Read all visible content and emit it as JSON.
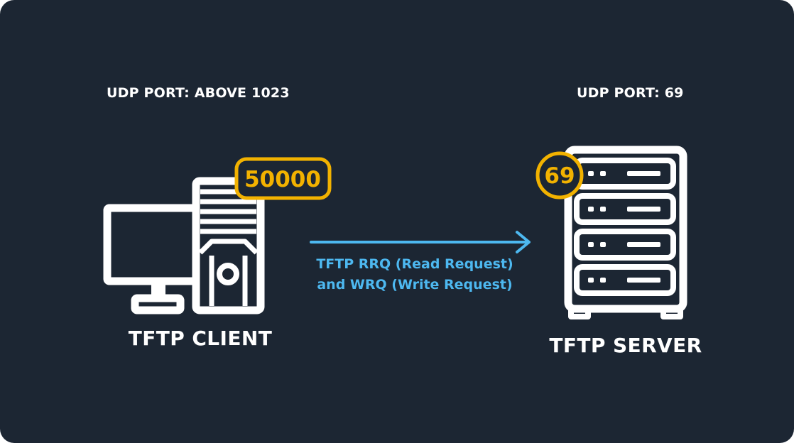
{
  "client": {
    "port_label": "UDP PORT: ABOVE 1023",
    "title": "TFTP CLIENT",
    "port_badge": "50000",
    "icon": "desktop-computer-icon"
  },
  "server": {
    "port_label": "UDP PORT: 69",
    "title": "TFTP SERVER",
    "port_badge": "69",
    "icon": "server-rack-icon"
  },
  "arrow": {
    "line1": "TFTP RRQ (Read Request)",
    "line2": "and WRQ (Write Request)",
    "direction": "client-to-server"
  },
  "colors": {
    "background": "#1c2633",
    "foreground": "#ffffff",
    "badge": "#f2b200",
    "arrow": "#4db8f0"
  }
}
